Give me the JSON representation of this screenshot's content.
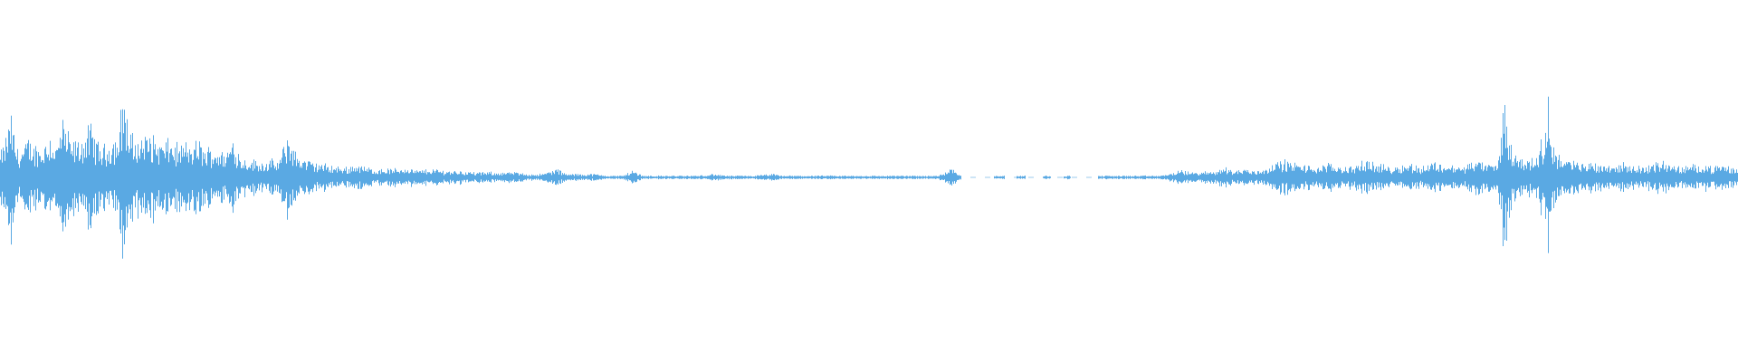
{
  "waveform": {
    "color": "#5aa9e3",
    "background": "#ffffff",
    "profile": [
      [
        0.0,
        0.14
      ],
      [
        0.003,
        0.22
      ],
      [
        0.006,
        0.38
      ],
      [
        0.009,
        0.18
      ],
      [
        0.012,
        0.16
      ],
      [
        0.016,
        0.22
      ],
      [
        0.02,
        0.19
      ],
      [
        0.024,
        0.17
      ],
      [
        0.028,
        0.26
      ],
      [
        0.032,
        0.18
      ],
      [
        0.036,
        0.34
      ],
      [
        0.04,
        0.22
      ],
      [
        0.044,
        0.2
      ],
      [
        0.048,
        0.24
      ],
      [
        0.052,
        0.3
      ],
      [
        0.056,
        0.2
      ],
      [
        0.06,
        0.18
      ],
      [
        0.064,
        0.22
      ],
      [
        0.068,
        0.24
      ],
      [
        0.071,
        0.55
      ],
      [
        0.074,
        0.26
      ],
      [
        0.078,
        0.22
      ],
      [
        0.082,
        0.24
      ],
      [
        0.086,
        0.26
      ],
      [
        0.09,
        0.22
      ],
      [
        0.094,
        0.2
      ],
      [
        0.098,
        0.22
      ],
      [
        0.102,
        0.18
      ],
      [
        0.106,
        0.2
      ],
      [
        0.11,
        0.18
      ],
      [
        0.114,
        0.22
      ],
      [
        0.118,
        0.16
      ],
      [
        0.122,
        0.18
      ],
      [
        0.126,
        0.16
      ],
      [
        0.13,
        0.14
      ],
      [
        0.134,
        0.24
      ],
      [
        0.138,
        0.12
      ],
      [
        0.142,
        0.11
      ],
      [
        0.146,
        0.1
      ],
      [
        0.15,
        0.09
      ],
      [
        0.155,
        0.1
      ],
      [
        0.16,
        0.09
      ],
      [
        0.166,
        0.26
      ],
      [
        0.17,
        0.14
      ],
      [
        0.175,
        0.11
      ],
      [
        0.18,
        0.09
      ],
      [
        0.185,
        0.08
      ],
      [
        0.19,
        0.07
      ],
      [
        0.195,
        0.06
      ],
      [
        0.2,
        0.06
      ],
      [
        0.205,
        0.08
      ],
      [
        0.21,
        0.06
      ],
      [
        0.216,
        0.05
      ],
      [
        0.222,
        0.05
      ],
      [
        0.228,
        0.05
      ],
      [
        0.234,
        0.06
      ],
      [
        0.24,
        0.04
      ],
      [
        0.248,
        0.05
      ],
      [
        0.256,
        0.04
      ],
      [
        0.264,
        0.04
      ],
      [
        0.272,
        0.03
      ],
      [
        0.28,
        0.03
      ],
      [
        0.288,
        0.03
      ],
      [
        0.296,
        0.03
      ],
      [
        0.304,
        0.02
      ],
      [
        0.312,
        0.02
      ],
      [
        0.32,
        0.05
      ],
      [
        0.326,
        0.02
      ],
      [
        0.334,
        0.02
      ],
      [
        0.342,
        0.02
      ],
      [
        0.35,
        0.01
      ],
      [
        0.358,
        0.01
      ],
      [
        0.364,
        0.04
      ],
      [
        0.37,
        0.01
      ],
      [
        0.378,
        0.01
      ],
      [
        0.386,
        0.01
      ],
      [
        0.394,
        0.01
      ],
      [
        0.402,
        0.01
      ],
      [
        0.41,
        0.02
      ],
      [
        0.418,
        0.01
      ],
      [
        0.426,
        0.01
      ],
      [
        0.434,
        0.01
      ],
      [
        0.444,
        0.02
      ],
      [
        0.45,
        0.01
      ],
      [
        0.458,
        0.01
      ],
      [
        0.466,
        0.01
      ],
      [
        0.474,
        0.01
      ],
      [
        0.482,
        0.01
      ],
      [
        0.49,
        0.01
      ],
      [
        0.498,
        0.01
      ],
      [
        0.506,
        0.01
      ],
      [
        0.514,
        0.01
      ],
      [
        0.522,
        0.01
      ],
      [
        0.53,
        0.01
      ],
      [
        0.54,
        0.01
      ],
      [
        0.548,
        0.06
      ],
      [
        0.552,
        0.02
      ],
      [
        0.56,
        0.01
      ],
      [
        0.57,
        0.01
      ],
      [
        0.58,
        0.01
      ],
      [
        0.59,
        0.01
      ],
      [
        0.6,
        0.01
      ],
      [
        0.605,
        0.01
      ],
      [
        0.612,
        0.01
      ],
      [
        0.62,
        0.01
      ],
      [
        0.628,
        0.01
      ],
      [
        0.636,
        0.01
      ],
      [
        0.644,
        0.01
      ],
      [
        0.652,
        0.01
      ],
      [
        0.66,
        0.01
      ],
      [
        0.668,
        0.01
      ],
      [
        0.68,
        0.04
      ],
      [
        0.686,
        0.03
      ],
      [
        0.692,
        0.03
      ],
      [
        0.7,
        0.04
      ],
      [
        0.705,
        0.06
      ],
      [
        0.71,
        0.04
      ],
      [
        0.716,
        0.05
      ],
      [
        0.722,
        0.04
      ],
      [
        0.728,
        0.05
      ],
      [
        0.732,
        0.08
      ],
      [
        0.736,
        0.09
      ],
      [
        0.74,
        0.1
      ],
      [
        0.746,
        0.08
      ],
      [
        0.752,
        0.07
      ],
      [
        0.758,
        0.06
      ],
      [
        0.764,
        0.08
      ],
      [
        0.77,
        0.07
      ],
      [
        0.776,
        0.06
      ],
      [
        0.782,
        0.08
      ],
      [
        0.788,
        0.1
      ],
      [
        0.792,
        0.08
      ],
      [
        0.796,
        0.07
      ],
      [
        0.8,
        0.06
      ],
      [
        0.806,
        0.07
      ],
      [
        0.812,
        0.08
      ],
      [
        0.818,
        0.06
      ],
      [
        0.824,
        0.09
      ],
      [
        0.83,
        0.08
      ],
      [
        0.836,
        0.07
      ],
      [
        0.842,
        0.06
      ],
      [
        0.848,
        0.1
      ],
      [
        0.852,
        0.09
      ],
      [
        0.858,
        0.08
      ],
      [
        0.862,
        0.07
      ],
      [
        0.866,
        0.48
      ],
      [
        0.869,
        0.2
      ],
      [
        0.872,
        0.14
      ],
      [
        0.876,
        0.12
      ],
      [
        0.88,
        0.1
      ],
      [
        0.884,
        0.14
      ],
      [
        0.888,
        0.22
      ],
      [
        0.891,
        0.42
      ],
      [
        0.894,
        0.2
      ],
      [
        0.898,
        0.12
      ],
      [
        0.904,
        0.1
      ],
      [
        0.91,
        0.08
      ],
      [
        0.916,
        0.09
      ],
      [
        0.922,
        0.08
      ],
      [
        0.928,
        0.07
      ],
      [
        0.934,
        0.08
      ],
      [
        0.94,
        0.07
      ],
      [
        0.946,
        0.06
      ],
      [
        0.952,
        0.08
      ],
      [
        0.958,
        0.1
      ],
      [
        0.962,
        0.07
      ],
      [
        0.968,
        0.06
      ],
      [
        0.974,
        0.07
      ],
      [
        0.98,
        0.08
      ],
      [
        0.986,
        0.06
      ],
      [
        0.992,
        0.07
      ],
      [
        0.996,
        0.06
      ],
      [
        1.0,
        0.05
      ]
    ],
    "gaps": [
      [
        0.553,
        0.572
      ],
      [
        0.578,
        0.585
      ],
      [
        0.59,
        0.6
      ],
      [
        0.605,
        0.612
      ],
      [
        0.616,
        0.632
      ]
    ]
  }
}
